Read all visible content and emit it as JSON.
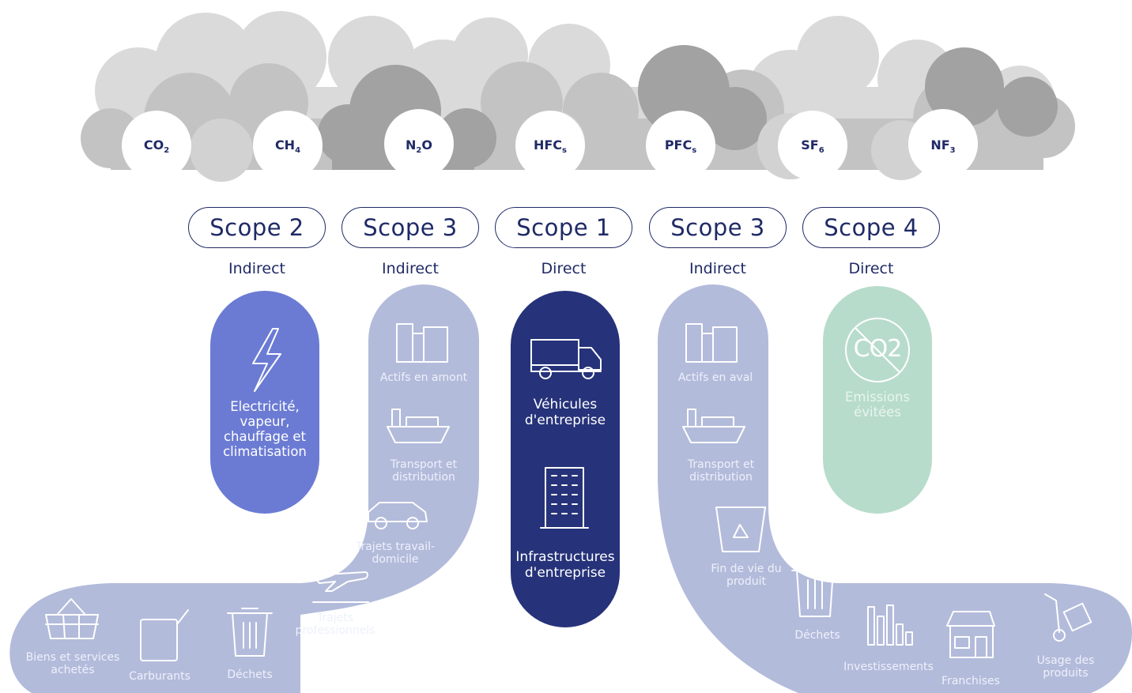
{
  "gases": [
    {
      "base": "CO",
      "sub": "2"
    },
    {
      "base": "CH",
      "sub": "4"
    },
    {
      "base": "N",
      "sub": "2",
      "tail": "O"
    },
    {
      "base": "HFC",
      "sub": "s"
    },
    {
      "base": "PFC",
      "sub": "s"
    },
    {
      "base": "SF",
      "sub": "6"
    },
    {
      "base": "NF",
      "sub": "3"
    }
  ],
  "scopes": [
    {
      "label": "Scope 2",
      "type": "Indirect"
    },
    {
      "label": "Scope 3",
      "type": "Indirect"
    },
    {
      "label": "Scope 1",
      "type": "Direct"
    },
    {
      "label": "Scope 3",
      "type": "Indirect"
    },
    {
      "label": "Scope 4",
      "type": "Direct"
    }
  ],
  "scope2": {
    "text": "Electricité,\nvapeur,\nchauffage et\nclimatisation"
  },
  "scope1": {
    "vehicles": "Véhicules\nd'entreprise",
    "infra": "Infrastructures\nd'entreprise"
  },
  "scope4": {
    "text": "Emissions\névitées",
    "badge": "CO2"
  },
  "upstream": {
    "assets": "Actifs en amont",
    "transport": "Transport et\ndistribution",
    "commute": "Trajets travail-\ndomicile",
    "business": "Trajets\nprofessionnels",
    "goods": "Biens et services\nachetés",
    "fuels": "Carburants",
    "waste": "Déchets"
  },
  "downstream": {
    "assets": "Actifs en aval",
    "transport": "Transport et\ndistribution",
    "eol": "Fin de vie du\nproduit",
    "waste": "Déchets",
    "investments": "Investissements",
    "franchises": "Franchises",
    "use": "Usage des\nproduits"
  },
  "colors": {
    "navy": "#1f2a66",
    "scope1": "#26337a",
    "scope2": "#6b7bd4",
    "scope3": "#b3bbdb",
    "scope4": "#b8dccb",
    "cloud_light": "#d7d7d7",
    "cloud_mid": "#bdbdbd",
    "cloud_dark": "#9e9e9e"
  }
}
